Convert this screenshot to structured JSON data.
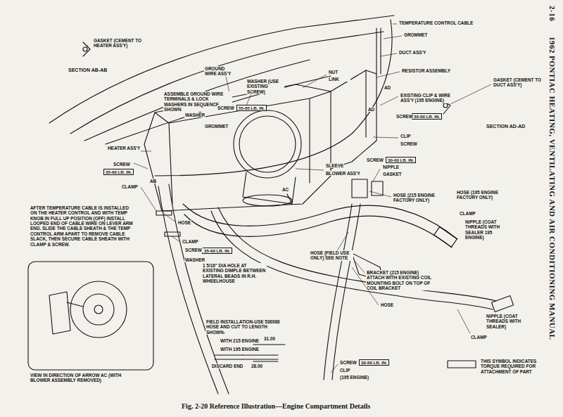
{
  "diagram": {
    "caption": "Fig. 2-20 Reference Illustration—Engine Compartment Details",
    "nodes": [
      {
        "text": [
          "55-85 LB. IN."
        ]
      },
      {
        "text": [
          "30-60 LB. IN."
        ]
      },
      {
        "text": [
          "35-60 LB. IN."
        ]
      },
      {
        "text": [
          "30-60 LB. IN."
        ]
      },
      {
        "text": [
          "35-60 LB. IN."
        ]
      },
      {
        "text": [
          "30-60 LB. IN."
        ]
      }
    ],
    "labels": [
      "GASKET (CEMENT TO HEATER ASS'Y)",
      "SECTION AB-AB",
      "GROUND WIRE ASS'Y",
      "NUT",
      "LINK",
      "WASHER (USE EXISTING SCREW)",
      "ASSEMBLE GROUND WIRE TERMINALS & LOCK WASHERS IN SEQUENCE SHOWN",
      "SCREW",
      "WASHER",
      "GROMMET",
      "TEMPERATURE CONTROL CABLE",
      "GROMMET",
      "DUCT ASS'Y",
      "RESISTOR ASSEMBLY",
      "AD",
      "EXISTING CLIP & WIRE ASS'Y (195 ENGINE)",
      "AD",
      "SCREW",
      "GASKET (CEMENT TO DUCT ASS'Y)",
      "SECTION AD-AD",
      "CLIP",
      "SCREW",
      "HEATER ASS'Y",
      "SCREW",
      "AB",
      "CLAMP",
      "SLEEVE",
      "BLOWER ASS'Y",
      "SCREW",
      "NIPPLE",
      "GASKET",
      "AC",
      "HOSE (215 ENGINE FACTORY ONLY)",
      "HOSE (195 ENGINE FACTORY ONLY)",
      "CLAMP",
      "NIPPLE (COAT THREADS WITH SEALER 195 ENGINE)",
      "AFTER TEMPERATURE CABLE IS INSTALLED ON THE HEATER CONTROL AND WITH TEMP KNOB IN FULL UP POSITION (OFF) INSTALL LOOPED END OF CABLE WIRE ON LEVER ARM END. SLIDE THE CABLE SHEATH & THE TEMP CONTROL ARM APART TO REMOVE CABLE SLACK, THEN SECURE CABLE SHEATH WITH CLAMP & SCREW.",
      "HOSE",
      "CLAMP",
      "SCREW",
      "WASHER",
      "HOSE (FIELD USE ONLY) SEE NOTE",
      "1 5/16\" DIA HOLE AT EXISTING DIMPLE BETWEEN LATERAL BEADS IN R.H. WHEELHOUSE",
      "BRACKET (215 ENGINE) ATTACH WITH EXISTING COIL MOUNTING BOLT ON TOP OF COIL BRACKET",
      "HOSE",
      "NIPPLE (COAT THREADS WITH SEALER)",
      "CLAMP",
      "VIEW IN DIRECTION OF ARROW AC (WITH BLOWER ASSEMBLY REMOVED)",
      "FIELD INSTALLATION-USE 536986 HOSE AND CUT TO LENGTH SHOWN-",
      "WITH 215 ENGINE",
      "31.00",
      "WITH 195 ENGINE",
      "28.00",
      "DISCARD END",
      "SCREW",
      "CLIP",
      "(195 ENGINE)",
      "1962 PONTIAC HEATING, VENTILATING AND AIR CONDITIONING MANUAL",
      "2-16"
    ],
    "legend": [
      {
        "text": "THIS SYMBOL INDICATES TORQUE REQUIRED FOR ATTACHMENT OF PART"
      }
    ]
  }
}
